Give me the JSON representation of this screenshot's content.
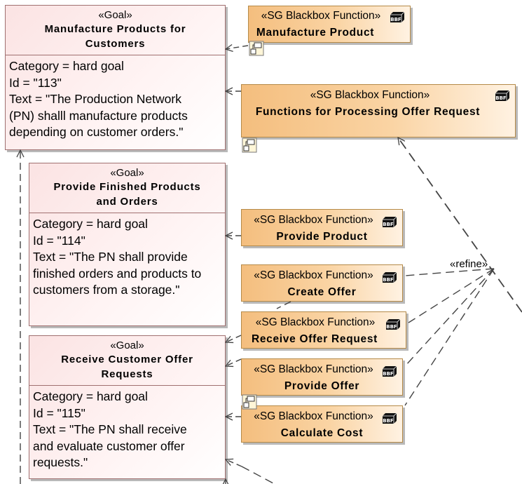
{
  "goals": [
    {
      "stereotype": "«Goal»",
      "name_lines": [
        "Manufacture Products for",
        "Customers"
      ],
      "attributes": [
        "Category = hard goal",
        "Id = \"113\"",
        "Text = \"The Production Network",
        "(PN) shalll manufacture products",
        "depending on customer orders.\""
      ]
    },
    {
      "stereotype": "«Goal»",
      "name_lines": [
        "Provide Finished Products",
        "and Orders"
      ],
      "attributes": [
        "Category = hard goal",
        "Id = \"114\"",
        "Text = \"The PN shall provide",
        "finished orders and products to",
        "customers from a storage.\""
      ]
    },
    {
      "stereotype": "«Goal»",
      "name_lines": [
        "Receive Customer Offer",
        "Requests"
      ],
      "attributes": [
        "Category = hard goal",
        "Id = \"115\"",
        "Text = \"The PN shall receive",
        "and evaluate customer offer",
        "requests.\""
      ]
    }
  ],
  "functions": [
    {
      "stereotype": "«SG Blackbox Function»",
      "name": "Manufacture Product",
      "icon": "bbf-block-icon"
    },
    {
      "stereotype": "«SG Blackbox Function»",
      "name": "Functions for Processing Offer Request",
      "icon": "bbf-block-icon"
    },
    {
      "stereotype": "«SG Blackbox Function»",
      "name": "Provide Product",
      "icon": "bbf-block-icon"
    },
    {
      "stereotype": "«SG Blackbox Function»",
      "name": "Create Offer",
      "icon": "bbf-block-icon"
    },
    {
      "stereotype": "«SG Blackbox Function»",
      "name": "Receive Offer Request",
      "icon": "bbf-block-icon"
    },
    {
      "stereotype": "«SG Blackbox Function»",
      "name": "Provide Offer",
      "icon": "bbf-block-icon"
    },
    {
      "stereotype": "«SG Blackbox Function»",
      "name": "Calculate Cost",
      "icon": "bbf-block-icon"
    }
  ],
  "edges": {
    "refine_label": "«refine»"
  },
  "colors": {
    "goal_fill": "#fbe3e3",
    "goal_border": "#a07070",
    "function_fill": "#f4be7e",
    "function_border": "#b58a48",
    "edge": "#444444"
  }
}
